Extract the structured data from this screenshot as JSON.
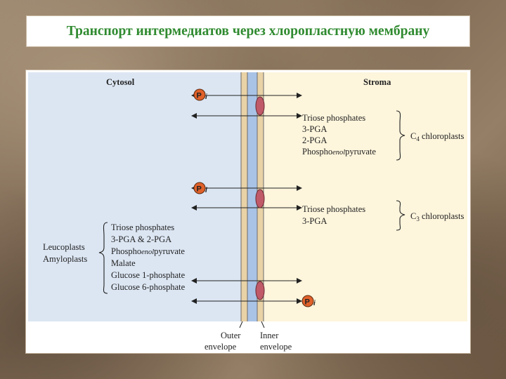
{
  "slide": {
    "title": "Транспорт интермедиатов через хлоропластную мембрану"
  },
  "diagram": {
    "cytosol_label": "Cytosol",
    "stroma_label": "Stroma",
    "pi_p": "P",
    "pi_i": "i",
    "group_c4": {
      "items": [
        "Triose phosphates",
        "3-PGA",
        "2-PGA"
      ],
      "pep_prefix": "Phospho",
      "pep_italic": "enol",
      "pep_suffix": "pyruvate",
      "bracket_label_prefix": "C",
      "bracket_label_sub": "4",
      "bracket_label_suffix": " chloroplasts"
    },
    "group_c3": {
      "items": [
        "Triose phosphates",
        "3-PGA"
      ],
      "bracket_label_prefix": "C",
      "bracket_label_sub": "3",
      "bracket_label_suffix": " chloroplasts"
    },
    "group_leuco": {
      "items_top": [
        "Triose phosphates",
        "3-PGA & 2-PGA"
      ],
      "pep_prefix": "Phospho",
      "pep_italic": "enol",
      "pep_suffix": "pyruvate",
      "items_bottom": [
        "Malate",
        "Glucose 1-phosphate",
        "Glucose 6-phosphate"
      ],
      "label_lines": [
        "Leucoplasts",
        "Amyloplasts"
      ]
    },
    "outer_envelope": [
      "Outer",
      "envelope"
    ],
    "inner_envelope": [
      "Inner",
      "envelope"
    ],
    "colors": {
      "cytosol": "#dce6f3",
      "stroma": "#fdf5dc",
      "membrane_blue": "#a9c3e6",
      "membrane_tan": "#e8d2a6",
      "transporter": "#c05a68",
      "pi_circle": "#e0612a",
      "title": "#2f8a2f"
    }
  }
}
